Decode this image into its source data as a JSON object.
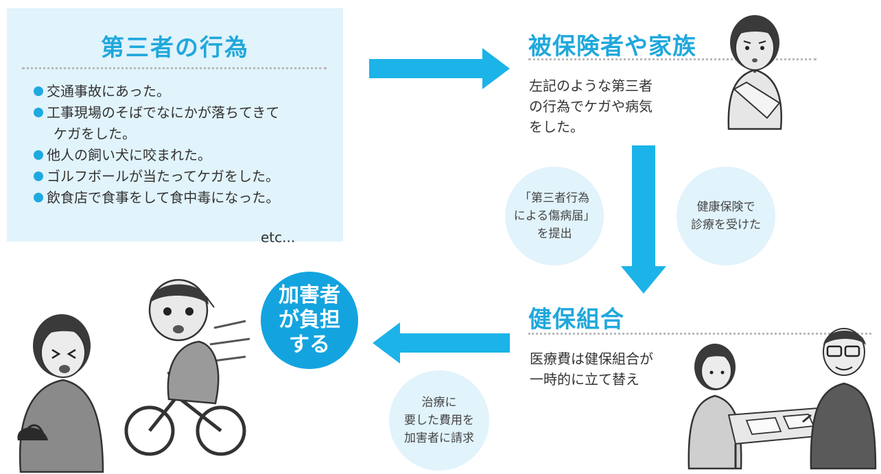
{
  "acts_box": {
    "title": "第三者の行為",
    "items": [
      "交通事故にあった。",
      "工事現場のそばでなにかが落ちてきて",
      "ケガをした。",
      "他人の飼い犬に咬まれた。",
      "ゴルフボールが当たってケガをした。",
      "飲食店で食事をして食中毒になった。"
    ],
    "etc": "etc..."
  },
  "insured": {
    "title": "被保険者や家族",
    "description": "左記のような第三者\nの行為でケガや病気\nをした。"
  },
  "circles": {
    "report": "「第三者行為\nによる傷病届」\nを提出",
    "treatment": "健康保険で\n診療を受けた",
    "claim": "治療に\n要した費用を\n加害者に請求",
    "payer": "加害者\nが負担\nする"
  },
  "kenpo": {
    "title": "健保組合",
    "description": "医療費は健保組合が\n一時的に立て替え"
  },
  "colors": {
    "accent": "#20a8dc",
    "arrow": "#1cb3e8",
    "box_bg": "#e1f3fb"
  }
}
